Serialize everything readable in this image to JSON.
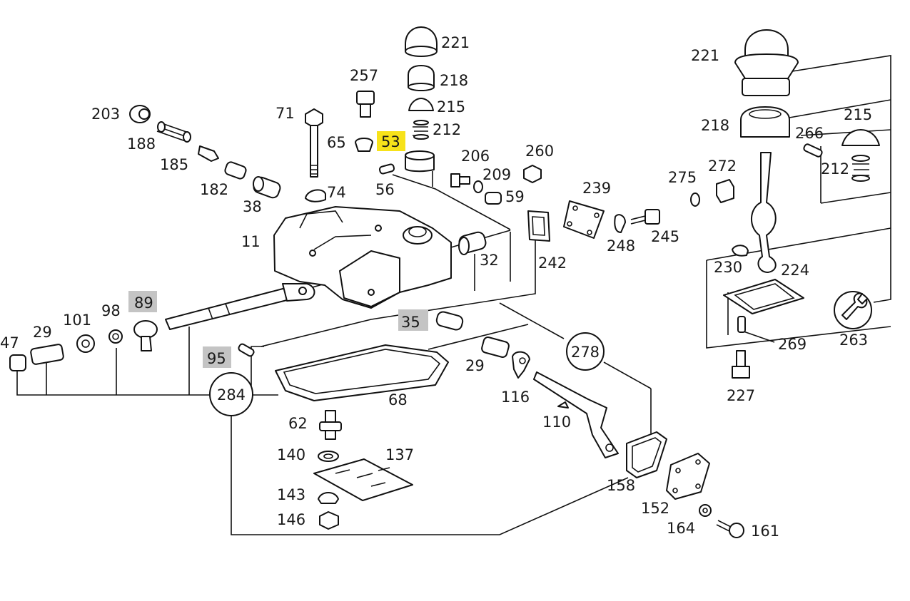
{
  "diagram": {
    "highlight_colors": {
      "selected": "#f7e21a",
      "selected_text": "#1a4fc4",
      "grey": "#c4c4c4",
      "grey_text": "#555555"
    },
    "callouts": {
      "c278": "278",
      "c284": "284",
      "c263": "263"
    },
    "labels": {
      "p221a": "221",
      "p218a": "218",
      "p215a": "215",
      "p212a": "212",
      "p257": "257",
      "p53": "53",
      "p65": "65",
      "p71": "71",
      "p74": "74",
      "p203": "203",
      "p188": "188",
      "p185": "185",
      "p182": "182",
      "p38": "38",
      "p56": "56",
      "p206": "206",
      "p209": "209",
      "p59": "59",
      "p260": "260",
      "p239": "239",
      "p242": "242",
      "p248": "248",
      "p245": "245",
      "p11": "11",
      "p32": "32",
      "p35": "35",
      "p47": "47",
      "p29a": "29",
      "p101": "101",
      "p98": "98",
      "p89": "89",
      "p95": "95",
      "p68": "68",
      "p62": "62",
      "p140": "140",
      "p137": "137",
      "p143": "143",
      "p146": "146",
      "p29b": "29",
      "p116": "116",
      "p110": "110",
      "p158": "158",
      "p152": "152",
      "p164": "164",
      "p161": "161",
      "p221b": "221",
      "p218b": "218",
      "p215b": "215",
      "p266": "266",
      "p212b": "212",
      "p275": "275",
      "p272": "272",
      "p230": "230",
      "p224": "224",
      "p269": "269",
      "p227": "227"
    }
  }
}
